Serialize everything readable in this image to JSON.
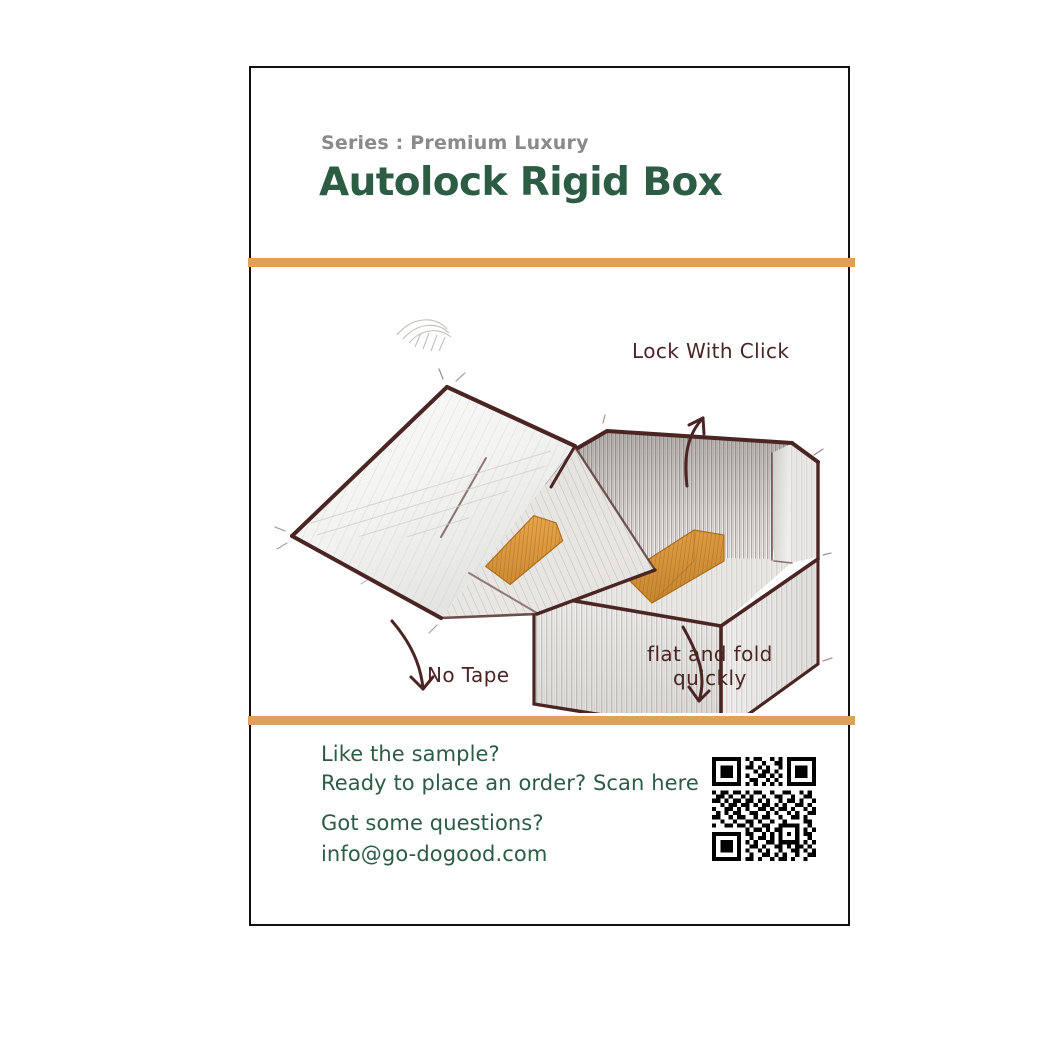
{
  "page": {
    "background": "#ffffff",
    "card_border_color": "#111111"
  },
  "colors": {
    "brand_green": "#2d5c45",
    "accent_tan": "#dba25c",
    "sketch_brown": "#4a2523",
    "muted_gray": "#8a8a8a"
  },
  "header": {
    "series_label": "Series : Premium Luxury",
    "product_title": "Autolock Rigid Box"
  },
  "illustration": {
    "alt_name": "autolock-rigid-box-sketch",
    "labels": {
      "lock": "Lock With Click",
      "no_tape": "No Tape",
      "flat_fold_line1": "flat and fold",
      "flat_fold_line2": "quickly"
    }
  },
  "footer": {
    "cta_line_1": "Like the sample?",
    "cta_line_2": "Ready to place an order? Scan here",
    "question_line_1": "Got some questions?",
    "email": "info@go-dogood.com",
    "qr_name": "qr-code"
  }
}
